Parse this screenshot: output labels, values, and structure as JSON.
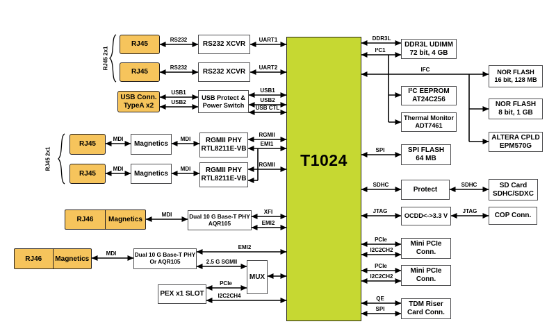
{
  "colors": {
    "connector_fill": "#F6C45C",
    "soc_fill": "#C6D832",
    "box_border": "#4D4D4F",
    "connector_border": "#231F20",
    "wire": "#000000"
  },
  "groups": {
    "rj45_2x1": "RJ45 2x1"
  },
  "blocks": {
    "t1024": "T1024",
    "rj45": "RJ45",
    "rj46": "RJ46",
    "magnetics": "Magnetics",
    "usb_conn": "USB Conn.\nTypeA x2",
    "rs232_xcvr": "RS232 XCVR",
    "usb_protect": "USB Protect &\nPower Switch",
    "rgmii_phy": "RGMII PHY\nRTL8211E-VB",
    "aqr105": "Dual 10 G Base-T PHY\nAQR105",
    "aqr105_alt": "Dual 10 G Base-T PHY\nOr AQR105",
    "mux": "MUX",
    "pex_slot": "PEX x1 SLOT",
    "ddr3l_udimm": "DDR3L UDIMM\n72 bit, 4 GB",
    "nor_flash_16": "NOR FLASH\n16 bit, 128 MB",
    "i2c_eeprom": "I²C EEPROM\nAT24C256",
    "thermal_monitor": "Thermal Monitor\nADT7461",
    "nor_flash_8": "NOR FLASH\n8 bit, 1 GB",
    "altera_cpld": "ALTERA CPLD\nEPM570G",
    "spi_flash": "SPI FLASH\n64 MB",
    "protect": "Protect",
    "sd_card": "SD Card\nSDHC/SDXC",
    "ocdd": "OCDD<->3.3 V",
    "cop_conn": "COP Conn.",
    "mini_pcie": "Mini PCIe\nConn.",
    "tdm_riser": "TDM Riser\nCard Conn."
  },
  "signals": {
    "rs232": "RS232",
    "uart1": "UART1",
    "uart2": "UART2",
    "usb1": "USB1",
    "usb2": "USB2",
    "usb_ctl": "USB CTL",
    "mdi": "MDI",
    "rgmii": "RGMII",
    "emi1": "EMI1",
    "emi2": "EMI2",
    "xfi": "XFI",
    "sgmii": "2.5 G SGMII",
    "pcie": "PCIe",
    "i2c2ch4": "I2C2CH4",
    "i2c2ch2": "I2C2CH2",
    "ddr3l": "DDR3L",
    "i2c1": "I²C1",
    "ifc": "IFC",
    "spi": "SPI",
    "sdhc": "SDHC",
    "jtag": "JTAG",
    "qe": "QE"
  }
}
